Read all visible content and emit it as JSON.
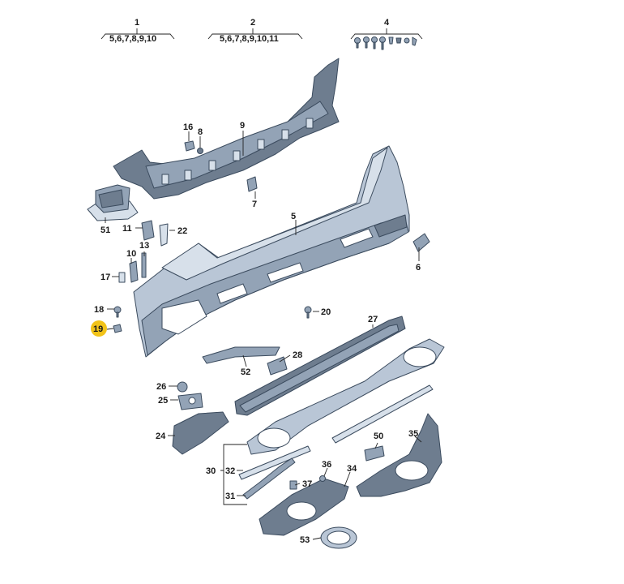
{
  "callouts": {
    "c1": "1",
    "c1_sub": "5,6,7,8,9,10",
    "c2": "2",
    "c2_sub": "5,6,7,8,9,10,11",
    "c4": "4",
    "c5": "5",
    "c6": "6",
    "c7": "7",
    "c8": "8",
    "c9": "9",
    "c10": "10",
    "c11": "11",
    "c13": "13",
    "c16": "16",
    "c17": "17",
    "c18": "18",
    "c19": "19",
    "c20": "20",
    "c22": "22",
    "c24": "24",
    "c25": "25",
    "c26": "26",
    "c27": "27",
    "c28": "28",
    "c30": "30",
    "c31": "31",
    "c32": "32",
    "c34": "34",
    "c35": "35",
    "c36": "36",
    "c37": "37",
    "c50": "50",
    "c51": "51",
    "c52": "52",
    "c53": "53"
  },
  "colors": {
    "part_fill": "#b9c6d6",
    "part_shade": "#6e7d8f",
    "outline": "#3b4b5e",
    "highlight": "#f2c318"
  },
  "highlighted_callout": "19"
}
